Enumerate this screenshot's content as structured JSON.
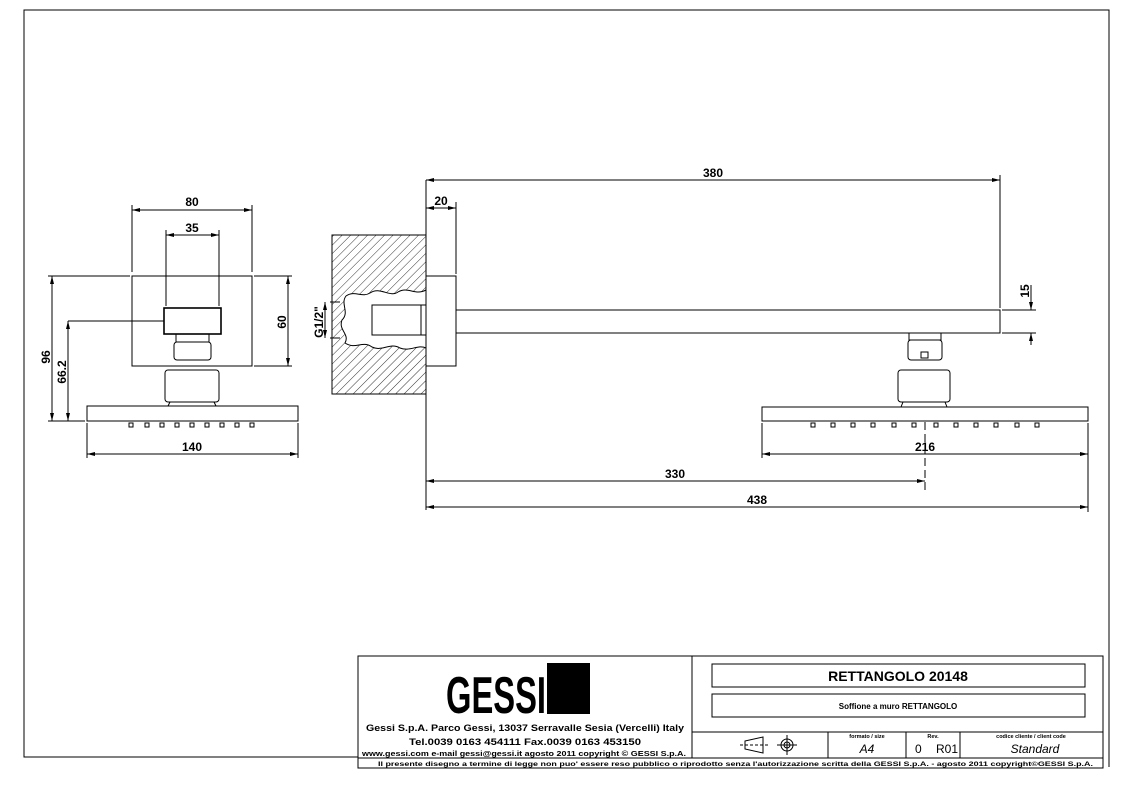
{
  "dimensions": {
    "front_width": "80",
    "front_nut": "35",
    "front_plate_height": "60",
    "front_total_height": "96",
    "front_axis_height": "66.2",
    "front_head_width": "140",
    "thread": "G1/2\"",
    "arm_length": "380",
    "flange_depth": "20",
    "arm_thickness": "15",
    "side_head_width": "216",
    "head_center_distance": "330",
    "total_projection": "438"
  },
  "title_block": {
    "logo": "GESSI",
    "company_line": "Gessi S.p.A. Parco Gessi, 13037 Serravalle Sesia (Vercelli) Italy",
    "contact_line": "Tel.0039 0163 454111 Fax.0039 0163 453150",
    "web_line": "www.gessi.com e-mail gessi@gessi.it agosto 2011 copyright © GESSI S.p.A.",
    "product_title": "RETTANGOLO 20148",
    "product_description": "Soffione a muro RETTANGOLO",
    "format_label": "formato / size",
    "format_value": "A4",
    "rev_label": "Rev.",
    "rev_number": "0",
    "rev_value": "R01",
    "client_code_label": "codice cliente / client code",
    "client_code_value": "Standard",
    "disclaimer": "Il presente disegno a termine di legge non puo' essere reso pubblico o riprodotto senza l'autorizzazione scritta della GESSI S.p.A. - agosto 2011 copyright©GESSI S.p.A."
  }
}
